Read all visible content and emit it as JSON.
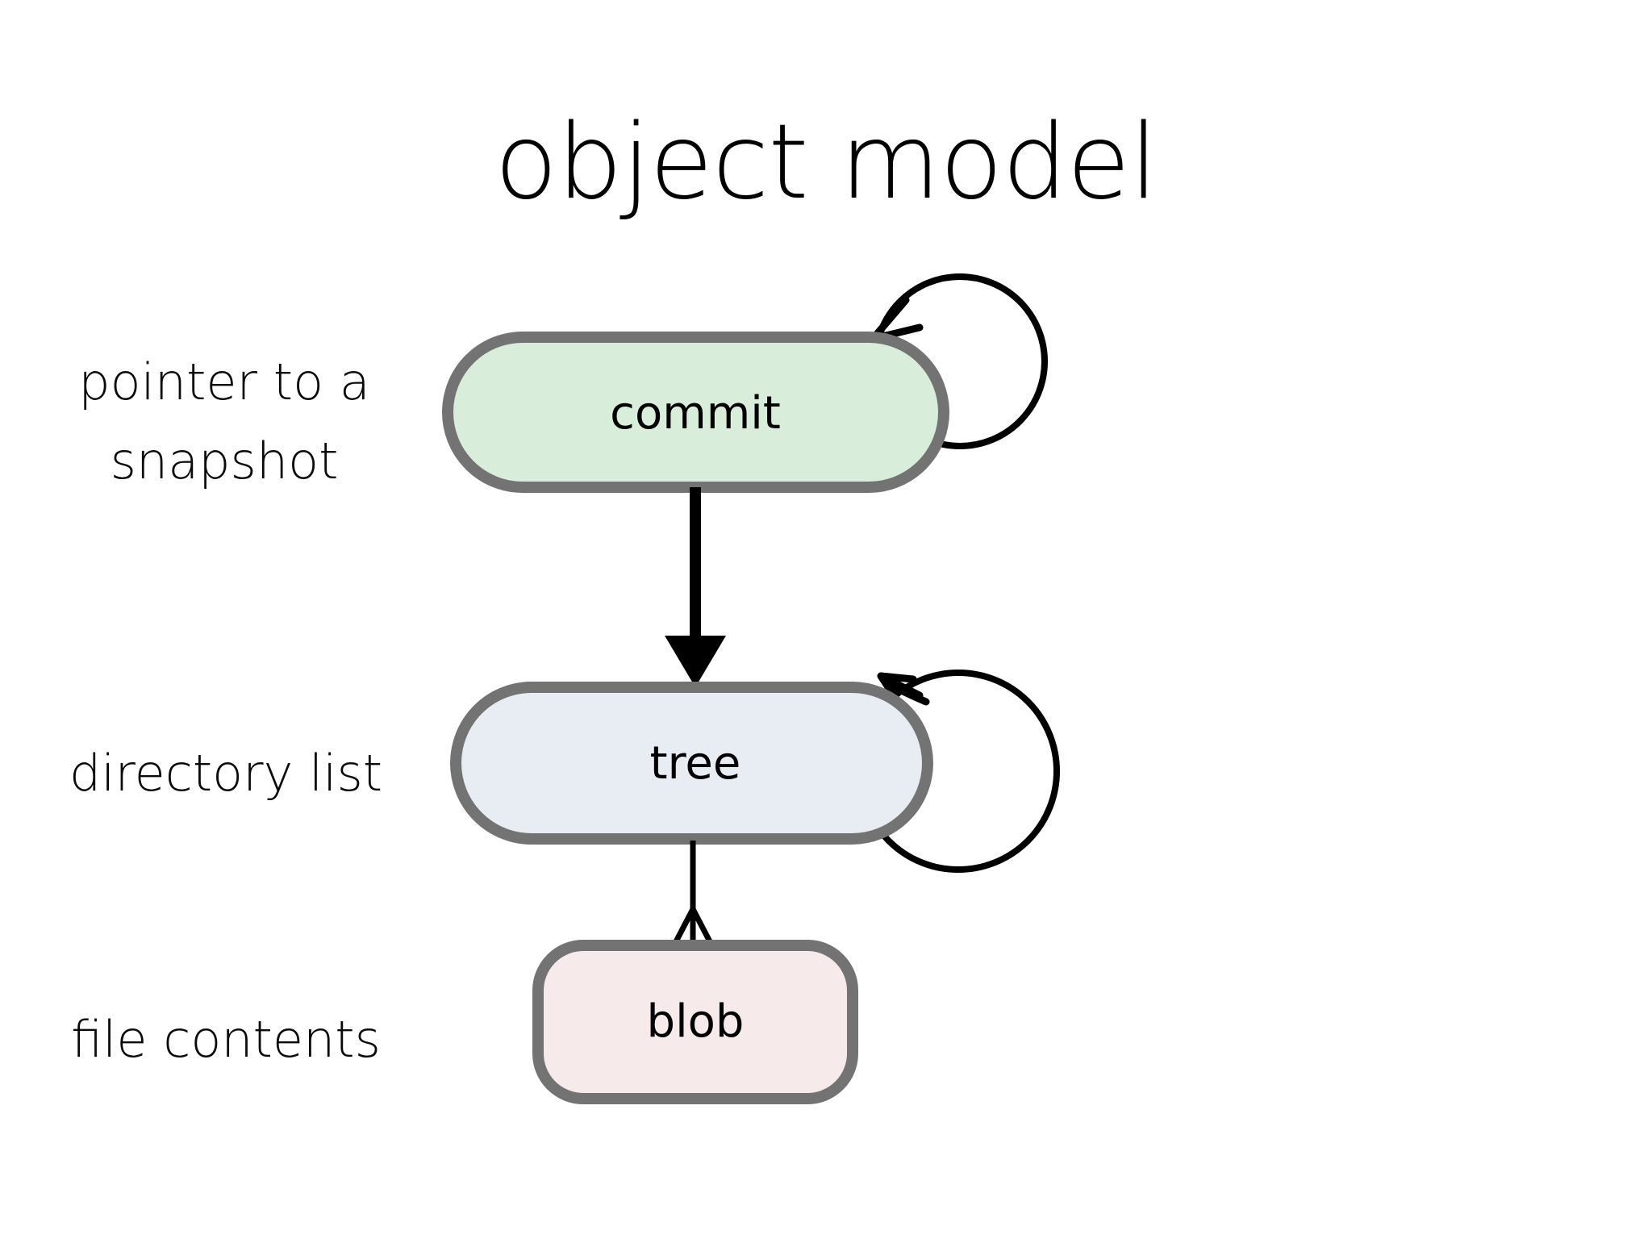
{
  "slide": {
    "title": "object model",
    "background_color": "#ffffff"
  },
  "diagram": {
    "type": "node-graph",
    "node_border_color": "#737373",
    "edge_color": "#000000",
    "nodes": [
      {
        "id": "commit",
        "label": "commit",
        "fill_color": "#d8eedb",
        "shape": "stadium",
        "annotation": "pointer to a\nsnapshot",
        "annotation_line1": "pointer to a",
        "annotation_line2": "snapshot",
        "self_loop": true
      },
      {
        "id": "tree",
        "label": "tree",
        "fill_color": "#e7edf3",
        "shape": "stadium",
        "annotation": "directory list",
        "annotation_line1": "directory list",
        "annotation_line2": "",
        "self_loop": true
      },
      {
        "id": "blob",
        "label": "blob",
        "fill_color": "#f6eaea",
        "shape": "rounded-rect",
        "annotation": "file contents",
        "annotation_line1": "file contents",
        "annotation_line2": "",
        "self_loop": false
      }
    ],
    "edges": [
      {
        "from": "commit",
        "to": "tree",
        "style": "thick-filled-arrow",
        "direction": "down"
      },
      {
        "from": "blob",
        "to": "tree",
        "style": "thin-open-arrow",
        "direction": "up"
      },
      {
        "from": "commit",
        "to": "commit",
        "style": "self-loop",
        "direction": "loop"
      },
      {
        "from": "tree",
        "to": "tree",
        "style": "self-loop",
        "direction": "loop"
      }
    ]
  }
}
